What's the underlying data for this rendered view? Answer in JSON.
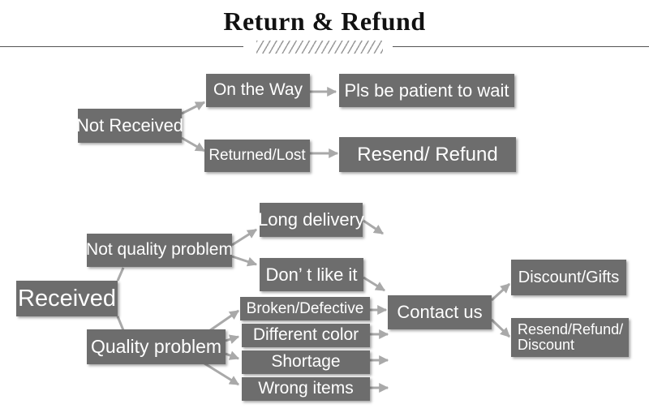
{
  "title": "Return & Refund",
  "nodes": {
    "not_received": "Not Received",
    "on_the_way": "On the Way",
    "patient": "Pls be patient to wait",
    "returned_lost": "Returned/Lost",
    "resend_refund": "Resend/ Refund",
    "received": "Received",
    "not_quality": "Not quality problem",
    "long_delivery": "Long delivery",
    "dont_like": "Don’ t like it",
    "quality": "Quality problem",
    "broken": "Broken/Defective",
    "different_color": "Different color",
    "shortage": "Shortage",
    "wrong_items": "Wrong items",
    "contact_us": "Contact us",
    "discount_gifts": "Discount/Gifts",
    "resend_refund_discount": "Resend/Refund/ Discount"
  },
  "colors": {
    "box": "#6d6d6d",
    "box_text": "#ffffff",
    "arrow": "#a9a9a9",
    "title": "#111111"
  }
}
